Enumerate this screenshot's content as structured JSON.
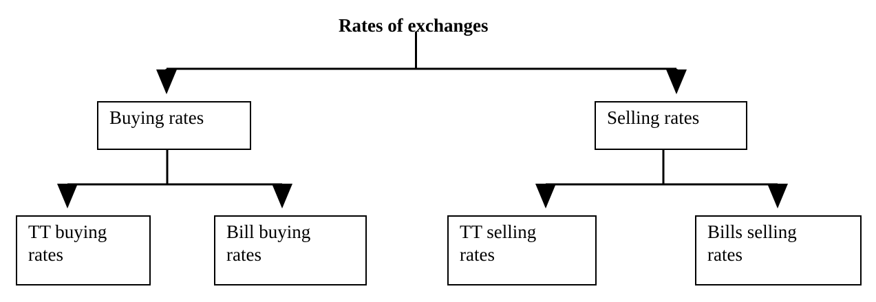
{
  "diagram": {
    "type": "hierarchy-tree",
    "title": "Rates of exchanges",
    "orientation": "top-down",
    "colors": {
      "line": "#000000",
      "box_border": "#000000",
      "box_fill": "#FFFFFF",
      "text": "#000000",
      "background": "#FFFFFF"
    },
    "root": {
      "label": "Rates of exchanges",
      "style": "bold-text-no-box"
    },
    "level2": [
      {
        "label": "Buying rates",
        "parent": "Rates of exchanges"
      },
      {
        "label": "Selling rates",
        "parent": "Rates of exchanges"
      }
    ],
    "level3": [
      {
        "label": "TT buying\nrates",
        "parent": "Buying rates"
      },
      {
        "label": "Bill buying\nrates",
        "parent": "Buying rates"
      },
      {
        "label": "TT selling\nrates",
        "parent": "Selling rates"
      },
      {
        "label": "Bills selling\nrates",
        "parent": "Selling rates"
      }
    ]
  }
}
